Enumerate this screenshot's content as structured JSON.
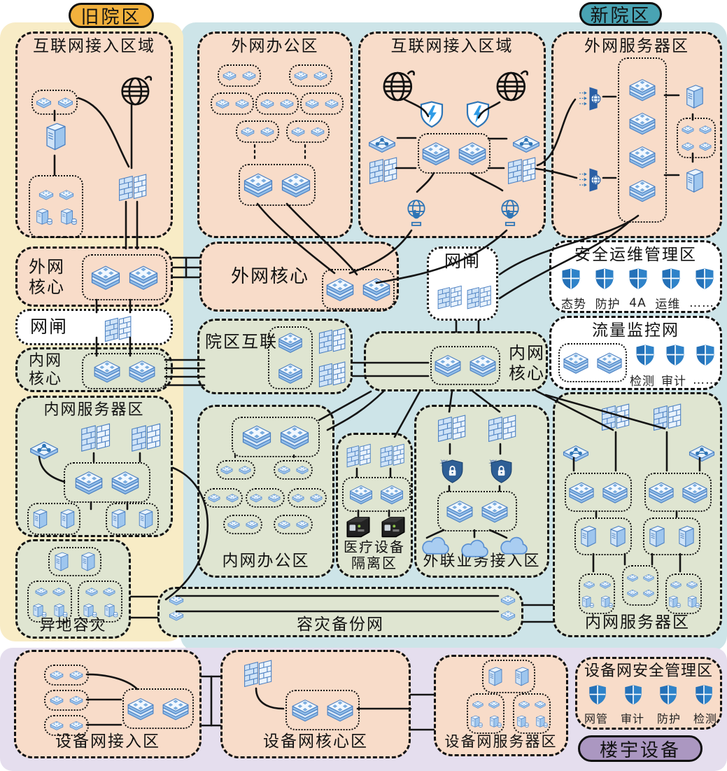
{
  "badges": {
    "old_campus": "旧院区",
    "new_campus": "新院区",
    "building": "楼宇设备"
  },
  "zones": {
    "old_internet_access": {
      "title": "互联网接入区域"
    },
    "old_extranet_core": {
      "title": "外网\n核心"
    },
    "old_gatekeeper": {
      "title": "网闸"
    },
    "old_intranet_core": {
      "title": "内网\n核心"
    },
    "old_intranet_server": {
      "title": "内网服务器区"
    },
    "remote_dr": {
      "title": "异地容灾"
    },
    "new_extranet_office": {
      "title": "外网办公区"
    },
    "new_internet_access": {
      "title": "互联网接入区域"
    },
    "new_extranet_server": {
      "title": "外网服务器区"
    },
    "new_extranet_core": {
      "title": "外网核心"
    },
    "new_gatekeeper": {
      "title": "网闸"
    },
    "security_ops": {
      "title": "安全运维管理区",
      "labels": [
        "态势",
        "防护",
        "4A",
        "运维",
        "……"
      ]
    },
    "traffic_monitor": {
      "title": "流量监控网",
      "labels": [
        "检测",
        "审计",
        "……"
      ]
    },
    "campus_interconnect": {
      "title": "院区互联"
    },
    "new_intranet_core": {
      "title": "内网\n核心"
    },
    "new_intranet_office": {
      "title": "内网办公区"
    },
    "medical_isolation": {
      "title": "医疗设备\n隔离区"
    },
    "external_business": {
      "title": "外联业务接入区"
    },
    "new_intranet_server": {
      "title": "内网服务器区"
    },
    "dr_backup": {
      "title": "容灾备份网"
    },
    "device_access": {
      "title": "设备网接入区"
    },
    "device_core": {
      "title": "设备网核心区"
    },
    "device_server": {
      "title": "设备网服务器区"
    },
    "device_security": {
      "title": "设备网安全管理区",
      "labels": [
        "网管",
        "审计",
        "防护",
        "检测"
      ]
    }
  },
  "colors": {
    "old_campus_bg": "#f8ecc6",
    "new_campus_bg": "#cde4e8",
    "building_bg": "#e5deee",
    "zone_pink": "#f8dcc9",
    "zone_green": "#dfe5d1",
    "zone_white": "#ffffff",
    "badge_orange": "#f2b13d",
    "badge_teal": "#49a3b3",
    "badge_purple": "#ab97c1",
    "line": "#141414",
    "icon_blue": "#2e75b6"
  },
  "icons": {
    "globe-icon": "#sym-globe",
    "switch-icon": "#sym-switch",
    "small-switch-icon": "#sym-switch-sm",
    "firewall-icon": "#sym-firewall",
    "server-icon": "#sym-server",
    "storage-server-icon": "#sym-server-sm",
    "load-balancer-icon": "#sym-lb",
    "ddos-shield-icon": "#sym-ddos",
    "security-shield-icon": "#sym-shield",
    "antivirus-shield-icon": "#sym-bugshield",
    "internet-terminal-icon": "#sym-terminal",
    "gateway-icon": "#sym-gateway",
    "cloud-icon": "#sym-cloud",
    "medical-device-icon": "#sym-medical"
  }
}
